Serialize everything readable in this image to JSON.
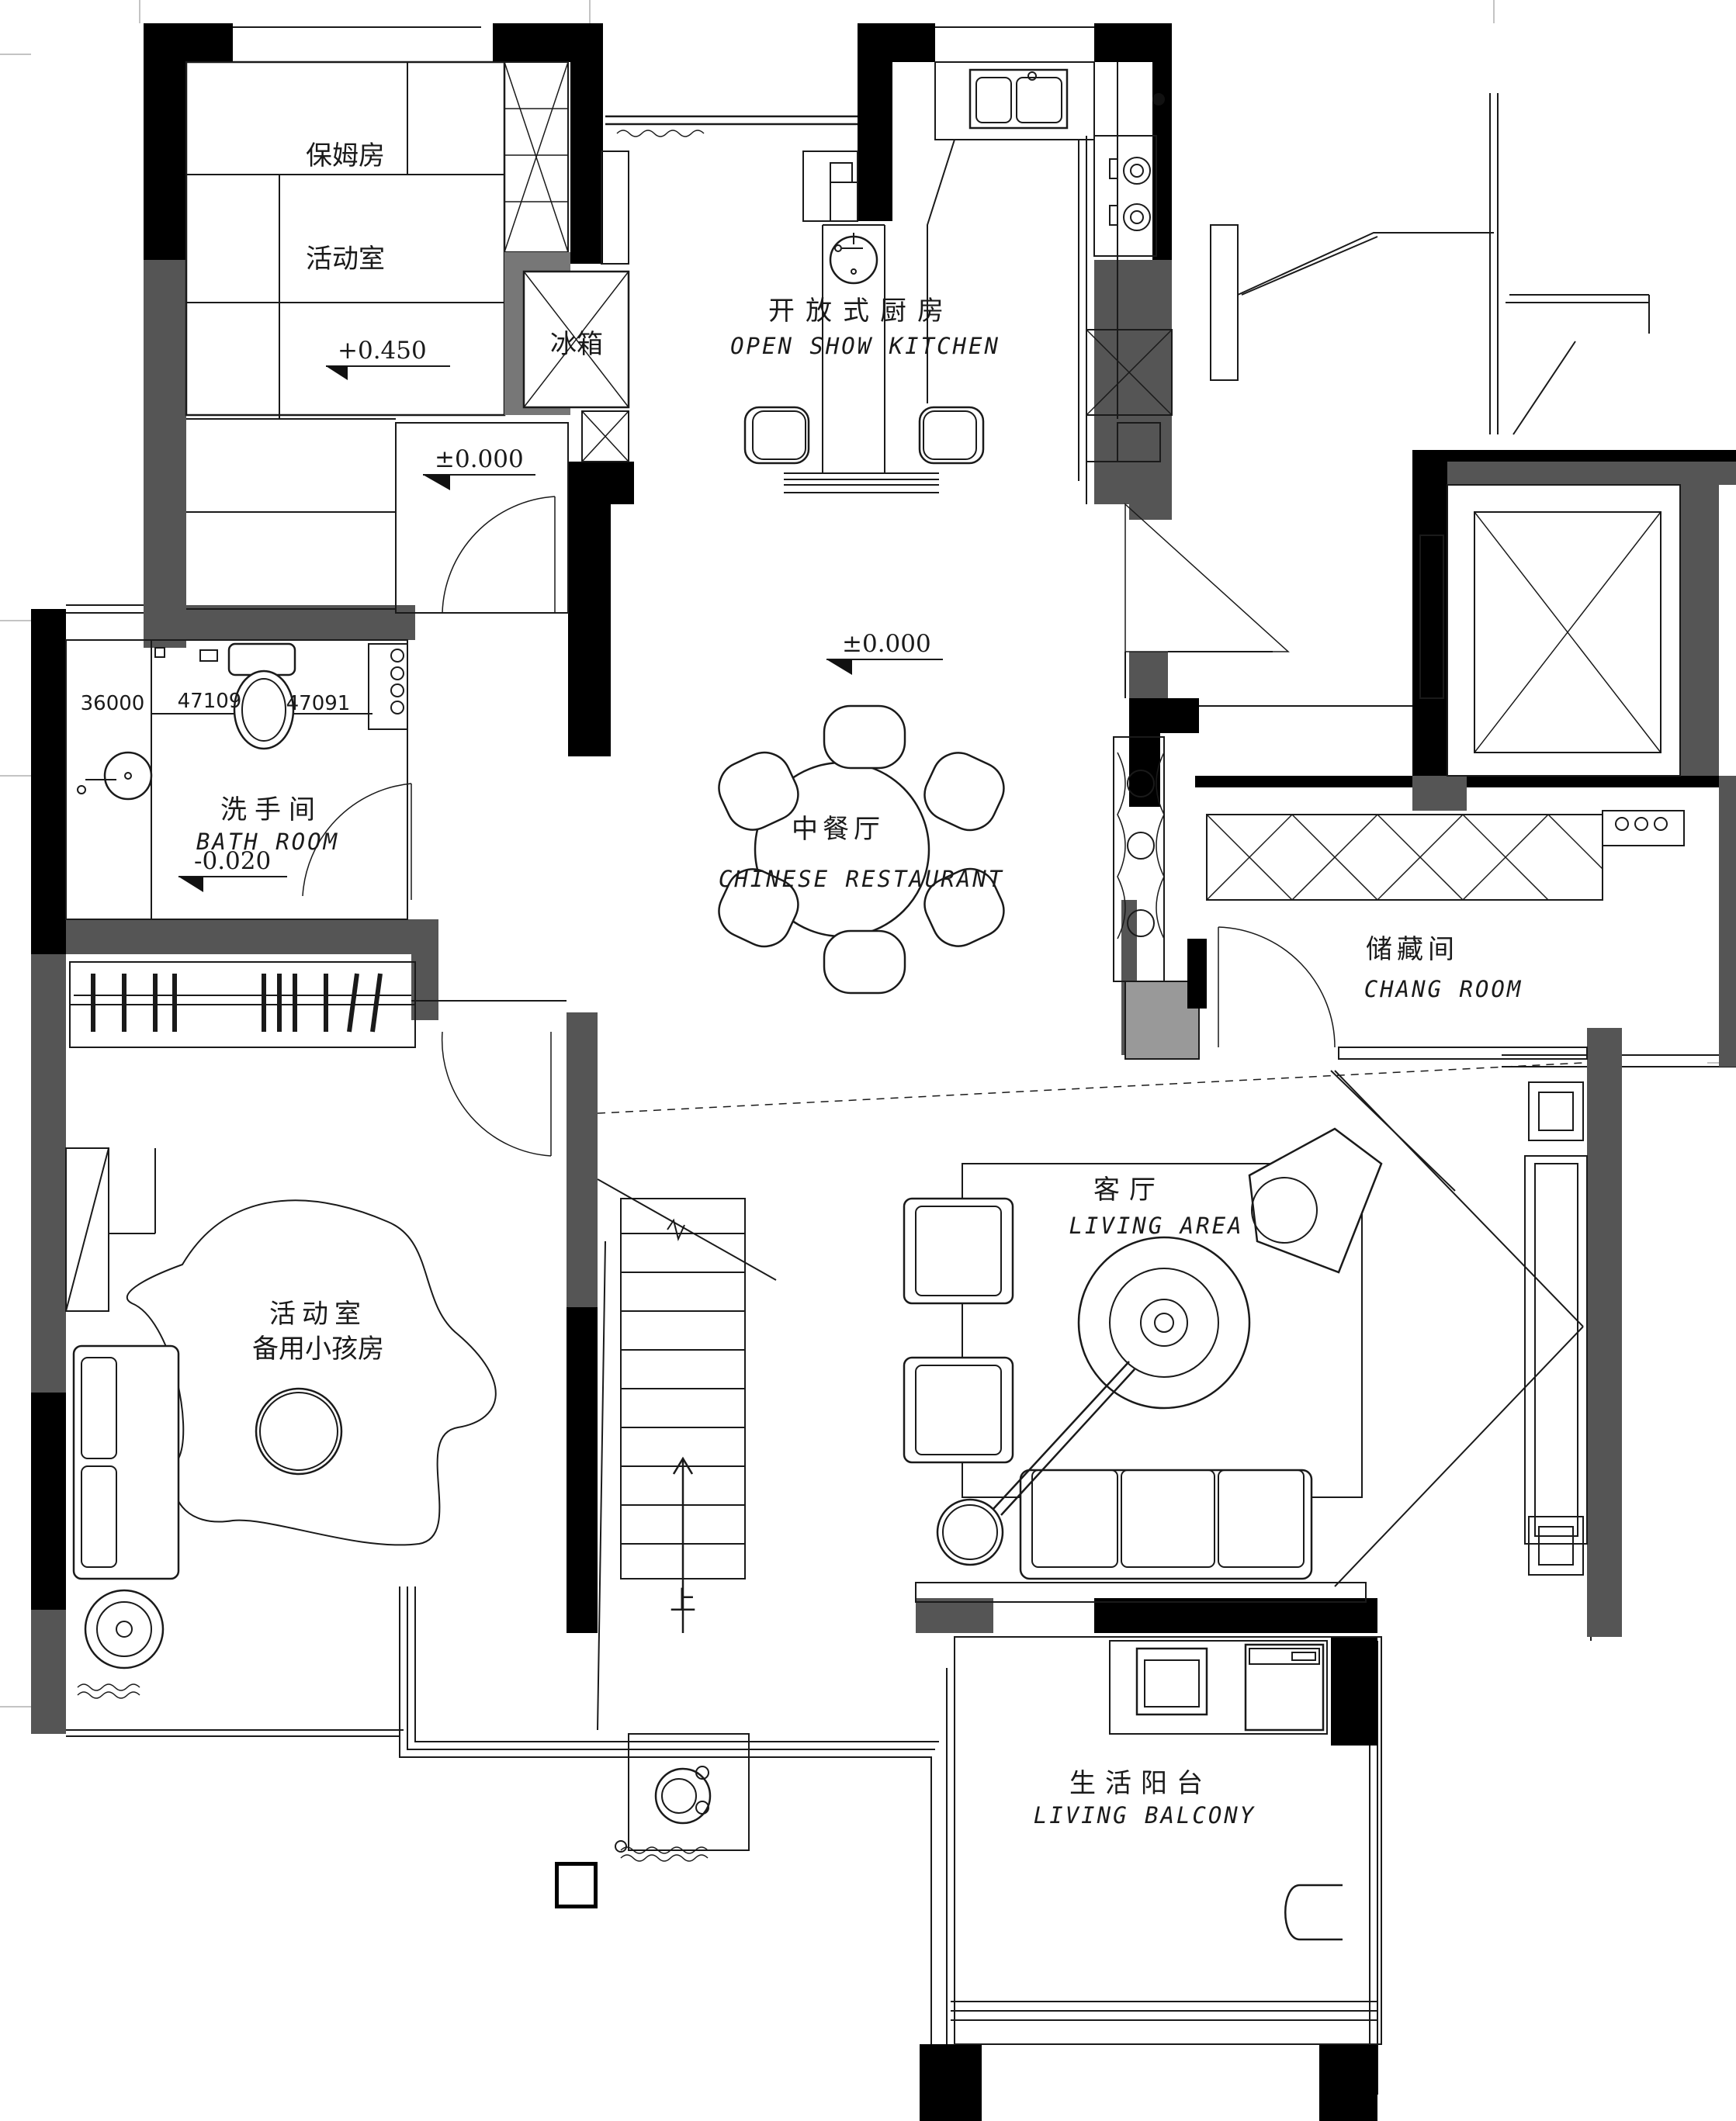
{
  "rooms": {
    "nanny_room": "保姆房",
    "activity_room_upper": "活动室",
    "fridge": "冰箱",
    "kitchen_cn": "开放式厨房",
    "kitchen_en": "OPEN SHOW KITCHEN",
    "bathroom_cn": "洗手间",
    "bathroom_en": "BATH ROOM",
    "dining_cn": "中餐厅",
    "dining_en": "CHINESE RESTAURANT",
    "storage_cn": "储藏间",
    "storage_en": "CHANG ROOM",
    "living_cn": "客厅",
    "living_en": "LIVING AREA",
    "activity_room_cn": "活动室",
    "spare_kids_room": "备用小孩房",
    "balcony_cn": "生活阳台",
    "balcony_en": "LIVING BALCONY",
    "stair_up": "上"
  },
  "levels": {
    "nanny_room": "+0.450",
    "hall": "±0.000",
    "dining": "±0.000",
    "bathroom": "-0.020"
  },
  "dimensions": {
    "dim_a": "36000",
    "dim_b": "47109",
    "dim_c": "47091"
  },
  "colors": {
    "wall_black": "#000000",
    "wall_gray": "#555555",
    "line": "#1a1a1a",
    "background": "#ffffff"
  }
}
